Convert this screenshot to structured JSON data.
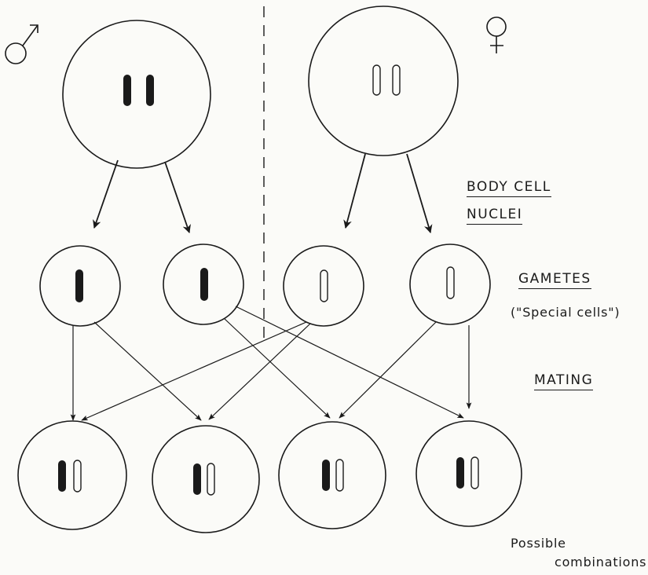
{
  "labels": {
    "male_symbol": "♂",
    "female_symbol": "♀",
    "body_cell_line1": "BODY CELL",
    "body_cell_line2": "NUCLEI",
    "gametes": "GAMETES",
    "special_cells": "(\"Special cells\")",
    "mating": "MATING",
    "possible": "Possible",
    "combinations": "combinations"
  },
  "colors": {
    "ink": "#1a1a1a",
    "paper": "#fbfbf8"
  }
}
